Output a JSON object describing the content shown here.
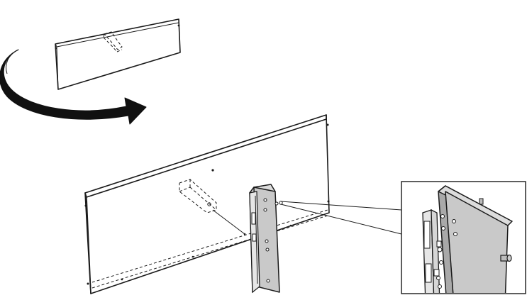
{
  "diagram": {
    "type": "assembly-instruction",
    "step_1": {
      "part": "flat-panel",
      "action": "flip-over"
    },
    "step_2": {
      "part": "mounting-bracket",
      "action": "attach-to-panel-back"
    },
    "detail_view": {
      "subject": "mounting-bracket",
      "shown": true
    },
    "colors": {
      "line": "#1a1a1a",
      "part_fill": "#c9c9c9",
      "background": "#ffffff"
    },
    "icons": [
      "rotate-arrow-icon"
    ]
  }
}
